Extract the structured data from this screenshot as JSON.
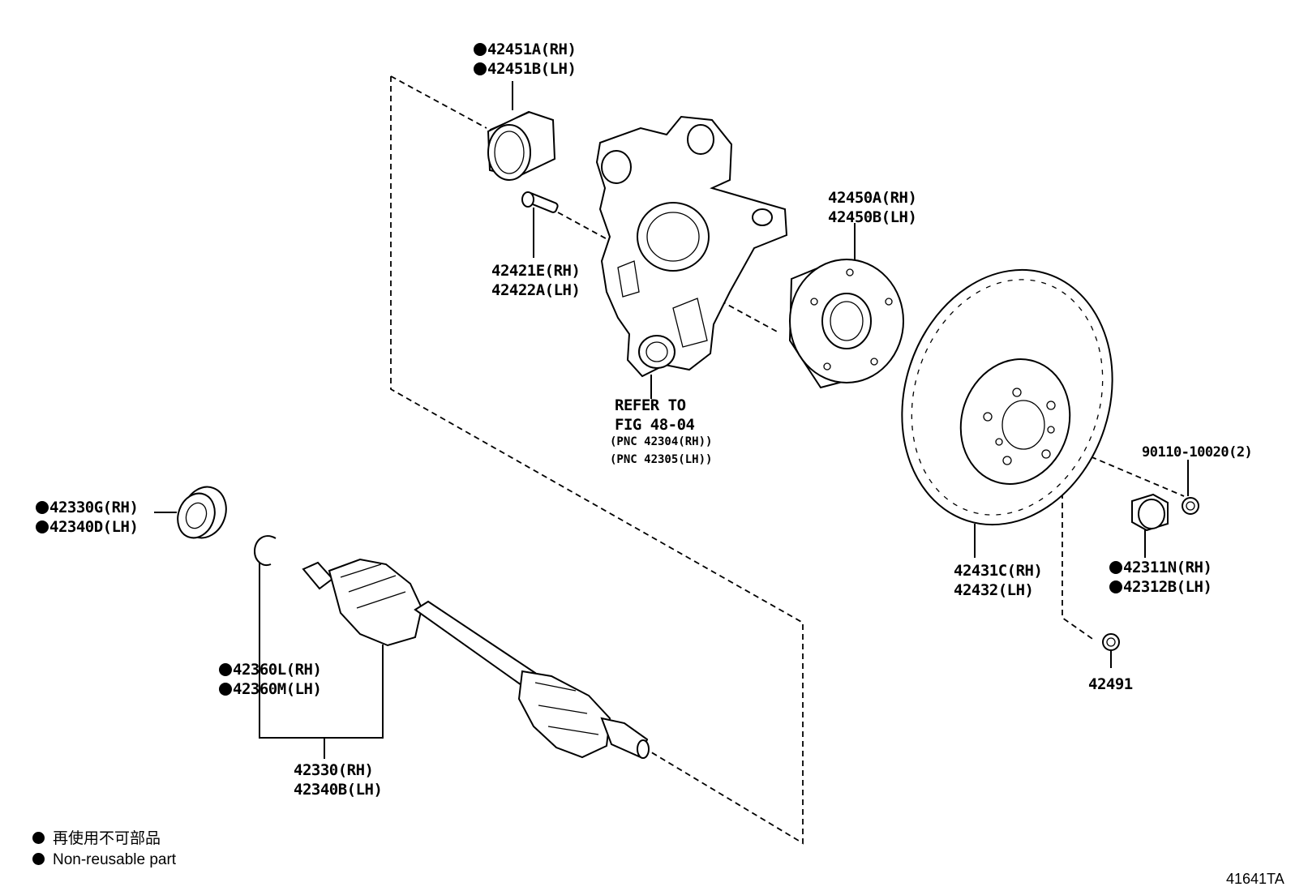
{
  "labels": {
    "seal_rh": "42451A(RH)",
    "seal_lh": "42451B(LH)",
    "hub_rh": "42450A(RH)",
    "hub_lh": "42450B(LH)",
    "bolt_rh": "42421E(RH)",
    "bolt_lh": "42422A(LH)",
    "refer_1": "REFER TO",
    "refer_2": "FIG 48-04",
    "refer_3": "(PNC 42304(RH))",
    "refer_4": "(PNC 42305(LH))",
    "screw": "90110-10020(2)",
    "inner_seal_rh": "42330G(RH)",
    "inner_seal_lh": "42340D(LH)",
    "nut_rh": "42311N(RH)",
    "nut_lh": "42312B(LH)",
    "disc_rh": "42431C(RH)",
    "disc_lh": "42432(LH)",
    "plug": "42491",
    "snap_rh": "42360L(RH)",
    "snap_lh": "42360M(LH)",
    "shaft_rh": "42330(RH)",
    "shaft_lh": "42340B(LH)"
  },
  "legend": {
    "jp": "再使用不可部品",
    "en": "Non-reusable part"
  },
  "figure_code": "41641TA",
  "non_reusable_parts": [
    "42451A(RH)",
    "42451B(LH)",
    "42330G(RH)",
    "42340D(LH)",
    "42311N(RH)",
    "42312B(LH)",
    "42360L(RH)",
    "42360M(LH)"
  ]
}
